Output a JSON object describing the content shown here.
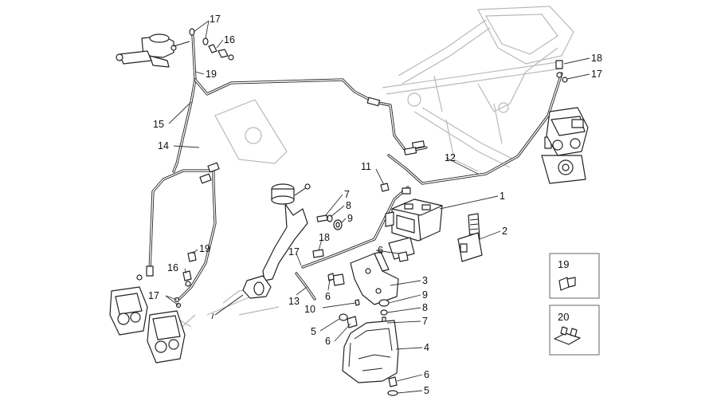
{
  "callouts": {
    "c17a": "17",
    "c16a": "16",
    "c19a": "19",
    "c15": "15",
    "c14": "14",
    "c18a": "18",
    "c17b": "17",
    "c12": "12",
    "c11": "11",
    "c1": "1",
    "c7a": "7",
    "c8a": "8",
    "c9a": "9",
    "c18b": "18",
    "c2": "2",
    "c19b": "19",
    "c16b": "16",
    "c17c": "17",
    "c6a": "6",
    "c17d": "17",
    "c13": "13",
    "c6b": "6",
    "c3": "3",
    "c10": "10",
    "c9b": "9",
    "c8b": "8",
    "c7b": "7",
    "c5a": "5",
    "c6c": "6",
    "c4": "4",
    "c6d": "6",
    "c5b": "5"
  },
  "legend_boxes": {
    "box19": "19",
    "box20": "20"
  }
}
